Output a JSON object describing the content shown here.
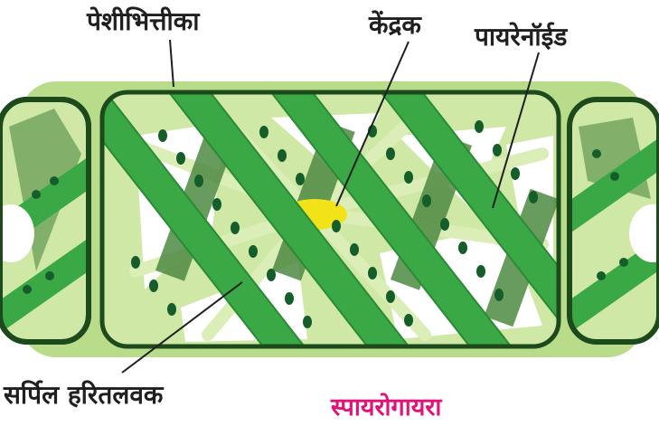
{
  "labels": {
    "cell_wall": "पेशीभित्तीका",
    "nucleus": "केंद्रक",
    "pyrenoid": "पायरेनॉईड",
    "spiral_chloroplast": "सर्पिल हरितलवक"
  },
  "caption": {
    "text": "स्पायरोगायरा",
    "color": "#e2127a"
  },
  "colors": {
    "cell_fill": "#cfe8a6",
    "wall_outer": "#b9dc8a",
    "wall_dark": "#1d4a1d",
    "strand_light": "#dbeeb8",
    "chloroplast": "#39a845",
    "chloroplast_edge": "#2a8a35",
    "chloroplast_shadow": "#4e8a42",
    "pyrenoid_dot": "#155e2b",
    "nucleus": "#f2e318"
  }
}
